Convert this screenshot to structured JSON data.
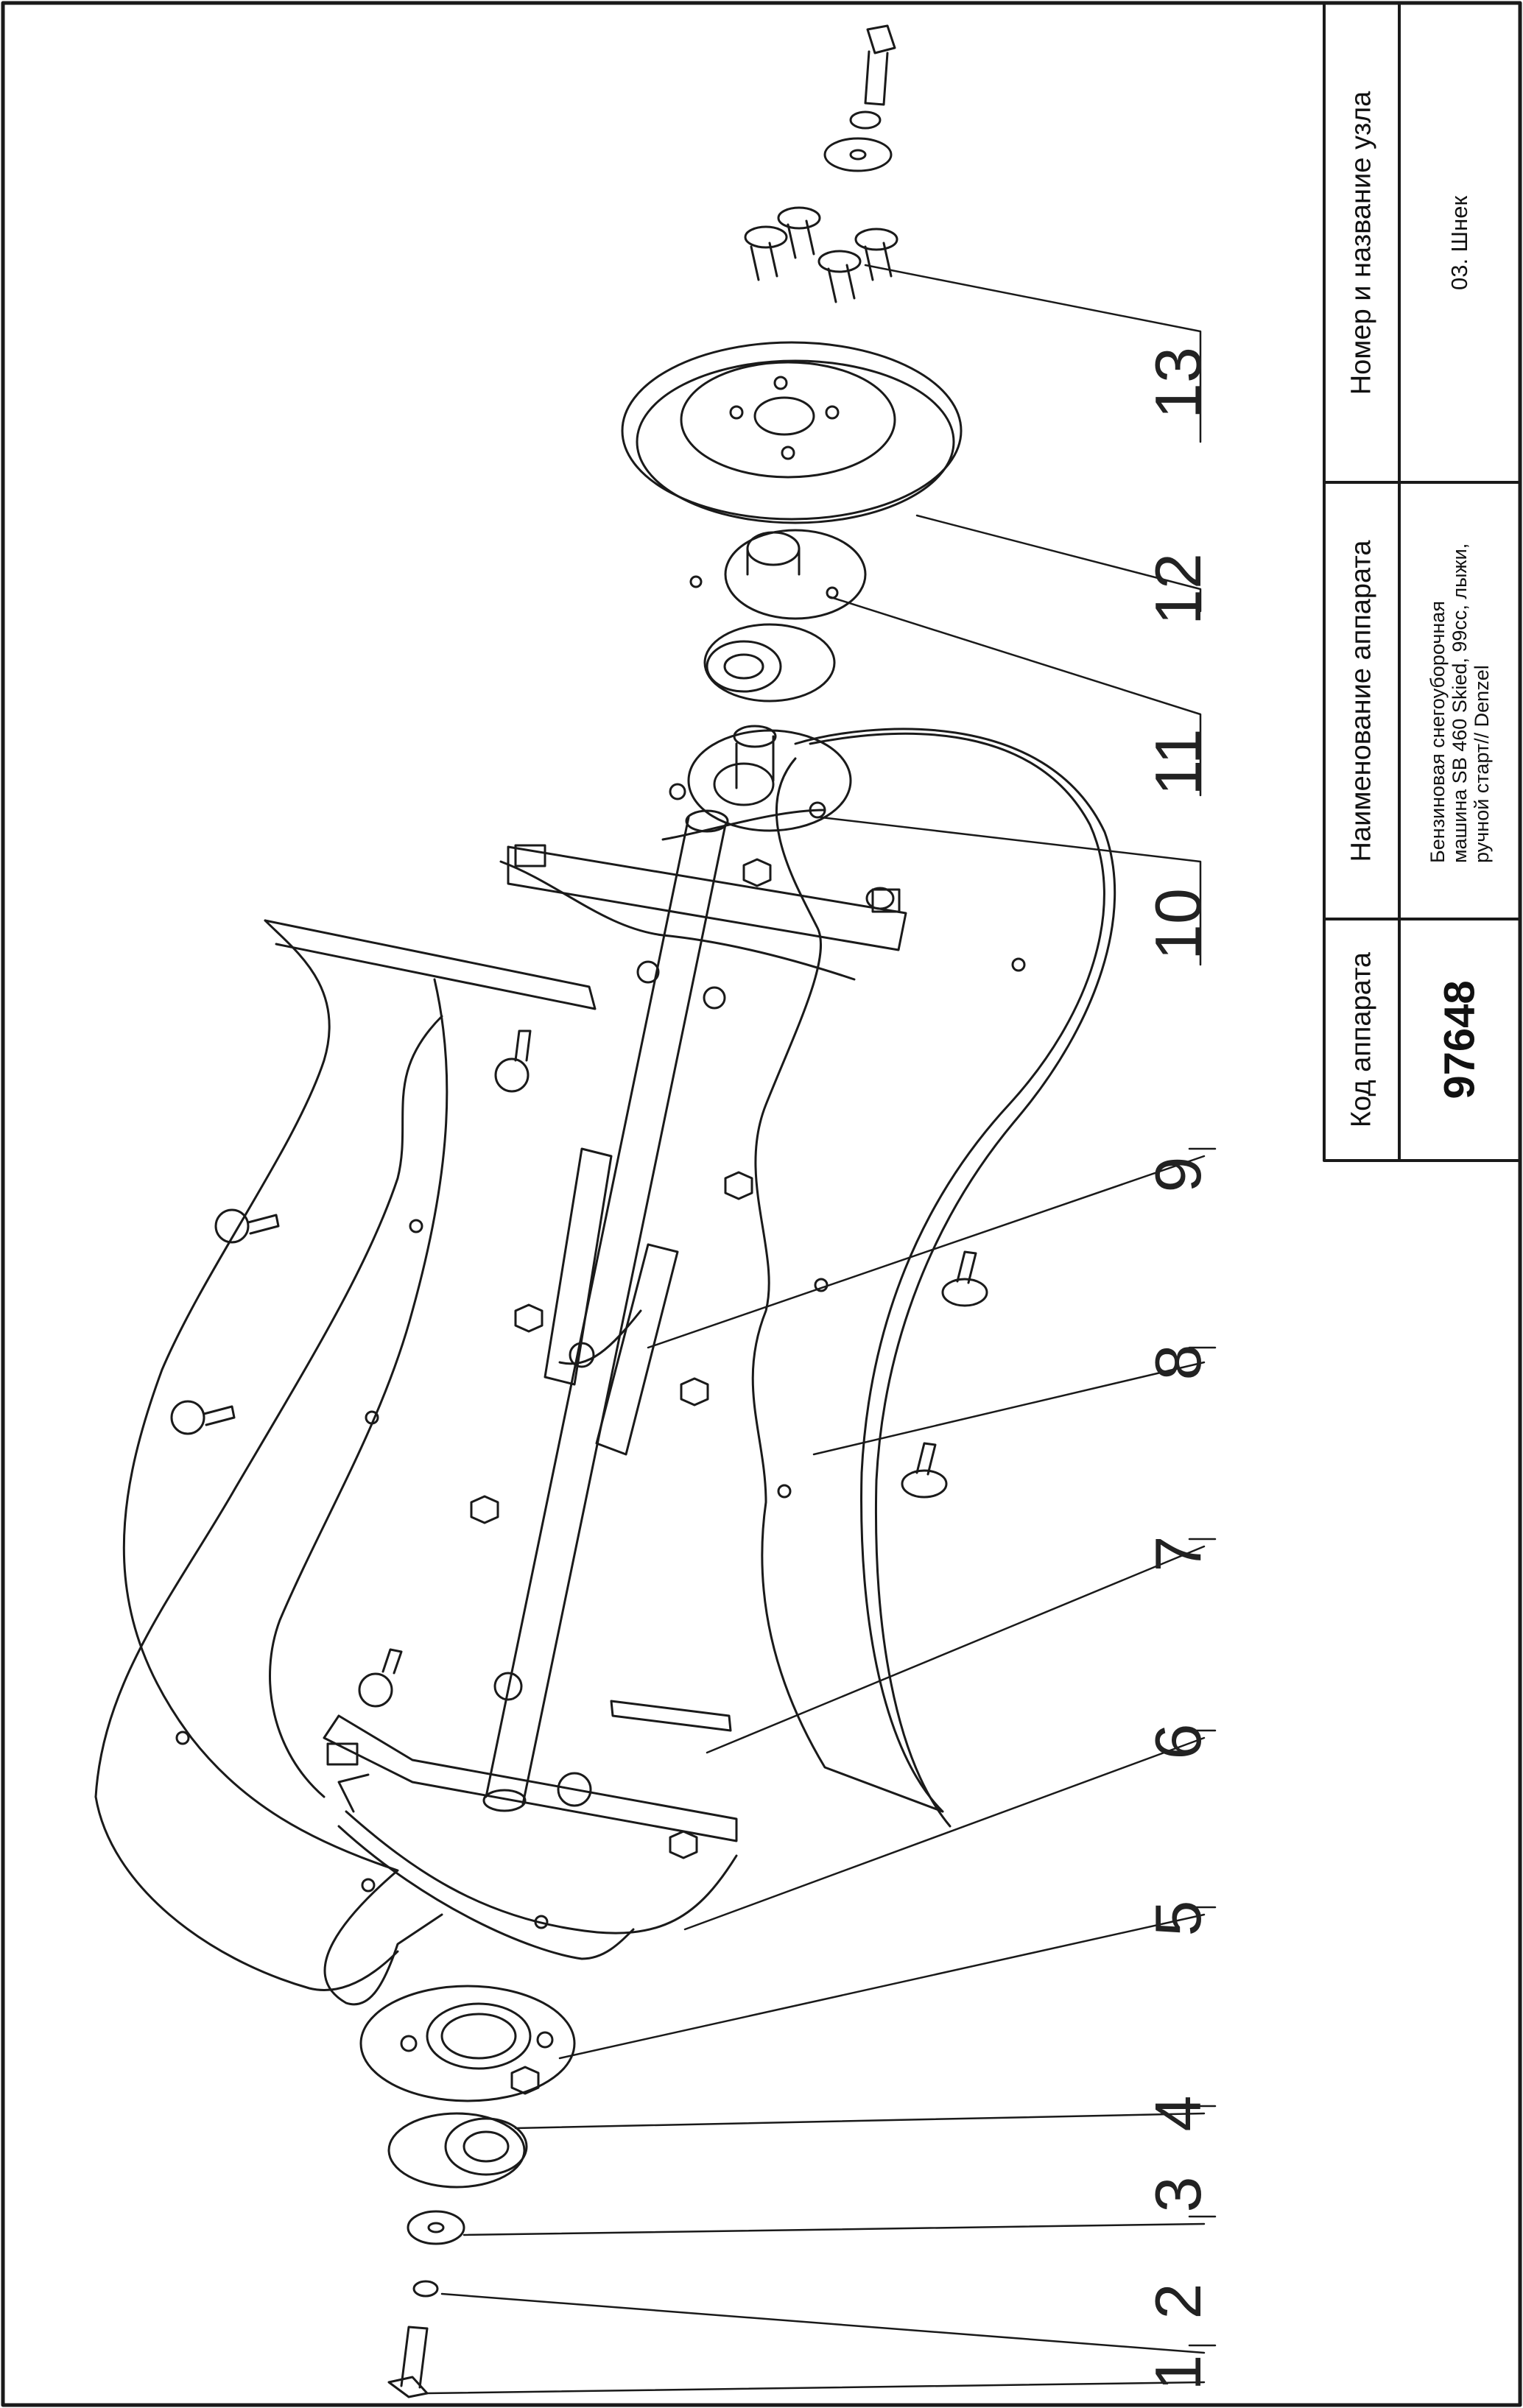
{
  "title_block": {
    "code_header": "Код аппарата",
    "code_value": "97648",
    "name_header": "Наименование аппарата",
    "name_value": "Бензиновая снегоуборочная машина SB 460 Skied, 99cc, лыжи, ручной старт// Denzel",
    "unit_header": "Номер и название узла",
    "unit_value": "03. Шнек"
  },
  "callouts": [
    "1",
    "2",
    "3",
    "4",
    "5",
    "6",
    "7",
    "8",
    "9",
    "10",
    "11",
    "12",
    "13"
  ]
}
